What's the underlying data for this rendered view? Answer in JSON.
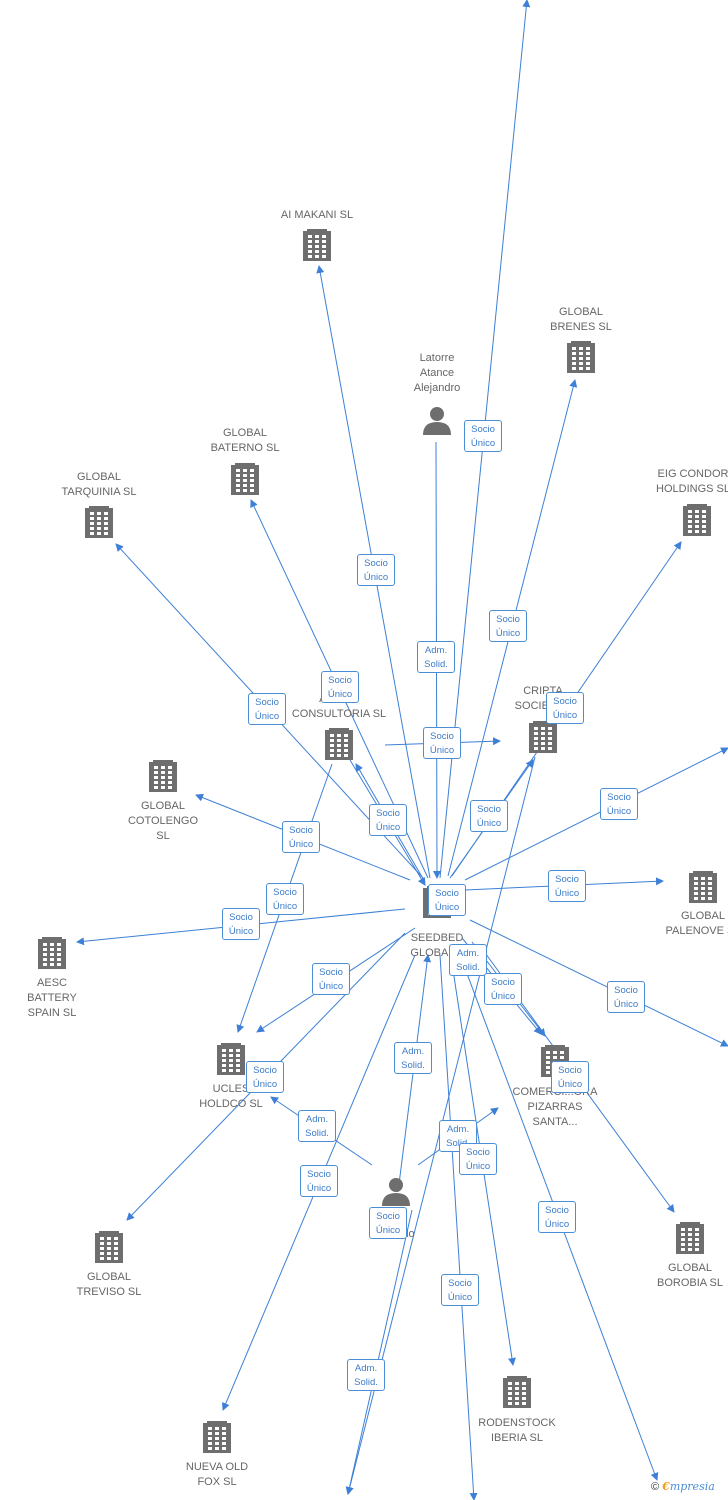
{
  "icons": {
    "company": "building-icon",
    "person": "person-icon"
  },
  "colors": {
    "edge": "#3d80d6",
    "node": "#6e6e6e",
    "text": "#666666"
  },
  "rel_labels": {
    "socio_unico": "Socio\nÚnico",
    "adm_solid": "Adm.\nSolid."
  },
  "nodes": [
    {
      "id": "seedbed",
      "type": "company",
      "label": "SEEDBED\nGLOBAL..."
    },
    {
      "id": "aimakani",
      "type": "company",
      "label": "AI MAKANI  SL"
    },
    {
      "id": "brenes",
      "type": "company",
      "label": "GLOBAL\nBRENES  SL"
    },
    {
      "id": "latorre",
      "type": "person",
      "label": "Latorre\nAtance\nAlejandro"
    },
    {
      "id": "baterno",
      "type": "company",
      "label": "GLOBAL\nBATERNO  SL"
    },
    {
      "id": "tarquinia",
      "type": "company",
      "label": "GLOBAL\nTARQUINIA  SL"
    },
    {
      "id": "eig",
      "type": "company",
      "label": "EIG CONDOR\nHOLDINGS  SL"
    },
    {
      "id": "consultoria",
      "type": "company",
      "label": "LA...  &\nAS...OS\nCONSULTORIA SL"
    },
    {
      "id": "cripta",
      "type": "company",
      "label": "CRIPTA\nSOCIETA..."
    },
    {
      "id": "cotolengo",
      "type": "company",
      "label": "GLOBAL\nCOTOLENGO\nSL"
    },
    {
      "id": "palenove",
      "type": "company",
      "label": "GLOBAL\nPALENOVE  SL"
    },
    {
      "id": "aesc",
      "type": "company",
      "label": "AESC\nBATTERY\nSPAIN  SL"
    },
    {
      "id": "ucles",
      "type": "company",
      "label": "UCLES\nHOLDCO  SL"
    },
    {
      "id": "pizarras",
      "type": "company",
      "label": "COMERCI...ORA\nPIZARRAS\nSANTA..."
    },
    {
      "id": "antonio",
      "type": "person",
      "label": "...o\nAntonio"
    },
    {
      "id": "treviso",
      "type": "company",
      "label": "GLOBAL\nTREVISO  SL"
    },
    {
      "id": "borobia",
      "type": "company",
      "label": "GLOBAL\nBOROBIA  SL"
    },
    {
      "id": "rodenstock",
      "type": "company",
      "label": "RODENSTOCK\nIBERIA  SL"
    },
    {
      "id": "nuevaold",
      "type": "company",
      "label": "NUEVA OLD\nFOX  SL"
    }
  ],
  "edges": [
    {
      "from": "seedbed",
      "to": "top-offscreen",
      "label": "socio_unico"
    },
    {
      "from": "seedbed",
      "to": "aimakani",
      "label": "socio_unico"
    },
    {
      "from": "latorre",
      "to": "seedbed",
      "label": "adm_solid"
    },
    {
      "from": "seedbed",
      "to": "brenes",
      "label": "socio_unico"
    },
    {
      "from": "seedbed",
      "to": "baterno",
      "label": "socio_unico"
    },
    {
      "from": "seedbed",
      "to": "tarquinia",
      "label": "socio_unico"
    },
    {
      "from": "seedbed",
      "to": "eig",
      "label": "socio_unico"
    },
    {
      "from": "seedbed",
      "to": "consultoria",
      "label": "socio_unico"
    },
    {
      "from": "consultoria",
      "to": "cripta",
      "label": "socio_unico"
    },
    {
      "from": "consultoria",
      "to": "seedbed",
      "label": "socio_unico"
    },
    {
      "from": "seedbed",
      "to": "cripta",
      "label": "socio_unico"
    },
    {
      "from": "seedbed",
      "to": "cotolengo",
      "label": "socio_unico"
    },
    {
      "from": "seedbed",
      "to": "right-offscreen-top",
      "label": "socio_unico"
    },
    {
      "from": "seedbed",
      "to": "palenove",
      "label": "socio_unico"
    },
    {
      "from": "seedbed",
      "to": "aesc",
      "label": "socio_unico"
    },
    {
      "from": "consultoria",
      "to": "ucles",
      "label": "socio_unico"
    },
    {
      "from": "seedbed",
      "to": "ucles",
      "label": "socio_unico"
    },
    {
      "from": "seedbed",
      "to": "pizarras",
      "label": "adm_solid"
    },
    {
      "from": "seedbed",
      "to": "pizarras",
      "label": "socio_unico"
    },
    {
      "from": "seedbed",
      "to": "right-offscreen-bottom",
      "label": "socio_unico"
    },
    {
      "from": "seedbed",
      "to": "borobia",
      "label": "socio_unico"
    },
    {
      "from": "seedbed",
      "to": "treviso",
      "label": "socio_unico"
    },
    {
      "from": "antonio",
      "to": "seedbed",
      "label": "adm_solid"
    },
    {
      "from": "antonio",
      "to": "ucles",
      "label": "adm_solid"
    },
    {
      "from": "antonio",
      "to": "pizarras",
      "label": "adm_solid"
    },
    {
      "from": "seedbed",
      "to": "rodenstock",
      "label": "socio_unico"
    },
    {
      "from": "seedbed",
      "to": "nuevaold",
      "label": "socio_unico"
    },
    {
      "from": "seedbed",
      "to": "bottom-offscreen",
      "label": "socio_unico"
    },
    {
      "from": "seedbed",
      "to": "bottom-right-offscreen",
      "label": "socio_unico"
    },
    {
      "from": "cripta",
      "to": "bottom-offscreen-left",
      "label": "socio_unico"
    },
    {
      "from": "antonio",
      "to": "bottom-offscreen-left",
      "label": "adm_solid"
    }
  ],
  "watermark": {
    "copyright": "©",
    "brand_initial": "€",
    "brand_rest": "mpresia"
  }
}
